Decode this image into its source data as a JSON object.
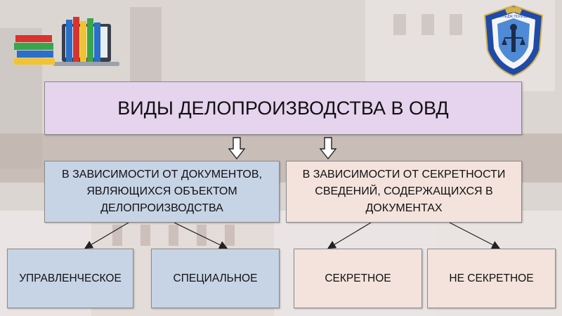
{
  "title": "ВИДЫ ДЕЛОПРОИЗВОДСТВА В ОВД",
  "categories": [
    {
      "label": "В ЗАВИСИМОСТИ ОТ ДОКУМЕНТОВ, ЯВЛЯЮЩИХСЯ ОБЪЕКТОМ ДЕЛОПРОИЗВОДСТВА"
    },
    {
      "label": "В ЗАВИСИМОСТИ ОТ СЕКРЕТНОСТИ СВЕДЕНИЙ, СОДЕРЖАЩИХСЯ В ДОКУМЕНТАХ"
    }
  ],
  "types": [
    {
      "label": "УПРАВЛЕНЧЕСКОЕ"
    },
    {
      "label": "СПЕЦИАЛЬНОЕ"
    },
    {
      "label": "СЕКРЕТНОЕ"
    },
    {
      "label": "НЕ СЕКРЕТНОЕ"
    }
  ],
  "emblem": {
    "text": "КОЛЛЕДЖ ПОЛИЦИИ"
  },
  "colors": {
    "title_fill": "#e6d3ee",
    "blue_fill": "#c7d4e6",
    "peach_fill": "#f3e3dc",
    "arrow": "#222222"
  },
  "icons": [
    "books-icon",
    "police-emblem-icon",
    "down-arrow-icon"
  ]
}
